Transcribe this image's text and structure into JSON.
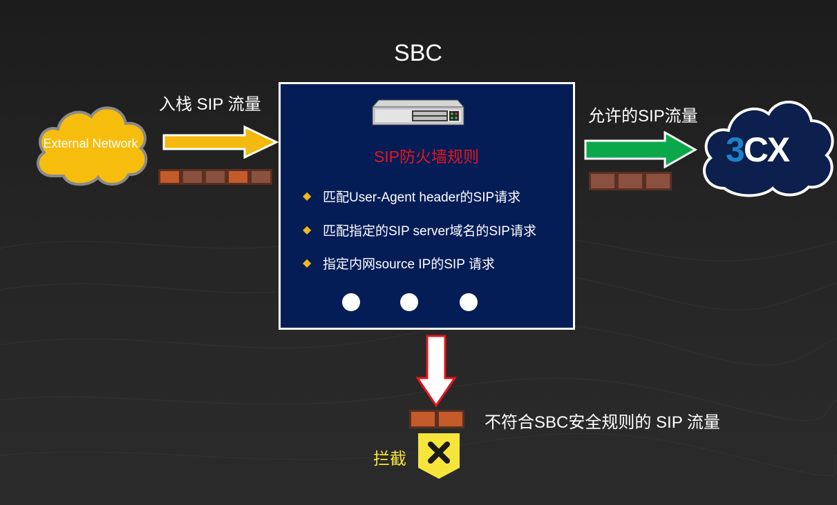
{
  "diagram": {
    "title": "SBC",
    "external_network": "External Network",
    "inbound_label": "入栈 SIP 流量",
    "rules_title": "SIP防火墙规则",
    "rules": [
      "匹配User-Agent header的SIP请求",
      "匹配指定的SIP server域名的SIP请求",
      "指定内网source IP的SIP 请求"
    ],
    "allowed_label": "允许的SIP流量",
    "brand_logo": "3CX",
    "blocked_label": "不符合SBC安全规则的 SIP 流量",
    "intercept_label": "拦截"
  },
  "icons": {
    "server": "rack-server-icon",
    "reject": "x-mark-icon"
  },
  "colors": {
    "sbc_box": "#051d57",
    "rules_title": "#e8141b",
    "bullet": "#f2b71a",
    "inbound_arrow": "#f4b90e",
    "allowed_arrow": "#0ba84a",
    "blocked_arrow_outline": "#e8141b",
    "external_cloud": "#f7bd0c",
    "logo_cloud": "#0c1f4d",
    "logo_accent": "#1b82c8",
    "intercept": "#f5e53a",
    "packet_orange": "#c55a2a",
    "packet_brown": "#8a5140"
  }
}
